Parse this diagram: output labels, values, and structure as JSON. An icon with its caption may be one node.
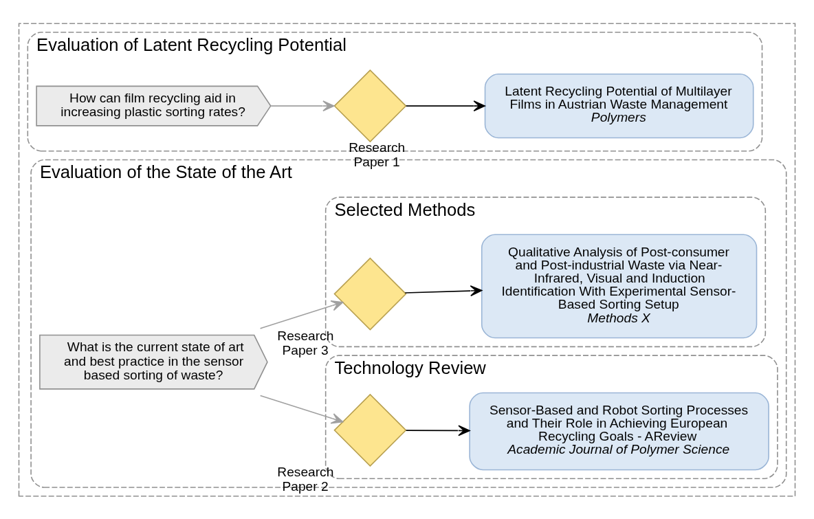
{
  "diagram": {
    "nodes": [
      {
        "text": [],
        "shape": "box"
      },
      {
        "text": [
          "Evaluation of Latent Recycling Potential"
        ],
        "in": 0
      },
      {
        "text": [
          "How can film recycling aid in increasing plastic sorting rates?"
        ],
        "in": 1
      },
      {
        "text": [],
        "shape": "diamond",
        "beside": [
          "Research Paper 1"
        ],
        "in": 1
      },
      {
        "text": [
          "Latent Recycling Potential of Multilayer Films in Austrian Waste Management",
          "Polymers"
        ],
        "in": 1
      },
      {
        "text": [
          "Evaluation of the State of the Art"
        ],
        "in": 0
      },
      {
        "text": [
          "What is the current state of art and best practice in the sensor based sorting of waste?"
        ],
        "in": 5
      },
      {
        "text": [
          "Technology Review"
        ],
        "in": 5
      },
      {
        "text": [],
        "shape": "diamond",
        "beside": [
          "Research Paper 2"
        ],
        "in": 7
      },
      {
        "text": [
          "Sensor-Based and Robot Sorting Processes and Their Role in Achieving European Recycling Goals - AReview",
          "Academic Journal of Polymer Science"
        ],
        "in": 7
      },
      {
        "text": [
          "Selected Methods"
        ],
        "in": 5
      },
      {
        "text": [],
        "shape": "diamond",
        "beside": [
          "Research Paper 3"
        ],
        "in": 10
      },
      {
        "text": [
          "Qualitative Analysis of Post-consumer and Post-industrial Waste via Near-Infrared, Visual and Induction Identification With Experimental Sensor-Based Sorting Setup",
          "Methods X"
        ],
        "in": 10
      }
    ],
    "edges": [
      {
        "from": 2,
        "to": 3,
        "arrow": "to",
        "color": "#a0a0a0"
      },
      {
        "from": 3,
        "to": 4,
        "arrow": "to",
        "color": "#000000"
      },
      {
        "from": 6,
        "to": 8,
        "arrow": "to",
        "color": "#a0a0a0"
      },
      {
        "from": 6,
        "to": 11,
        "arrow": "to",
        "color": "#a0a0a0"
      },
      {
        "from": 8,
        "to": 9,
        "arrow": "to",
        "color": "#000000"
      },
      {
        "from": 11,
        "to": 12,
        "arrow": "to",
        "color": "#000000"
      }
    ]
  }
}
